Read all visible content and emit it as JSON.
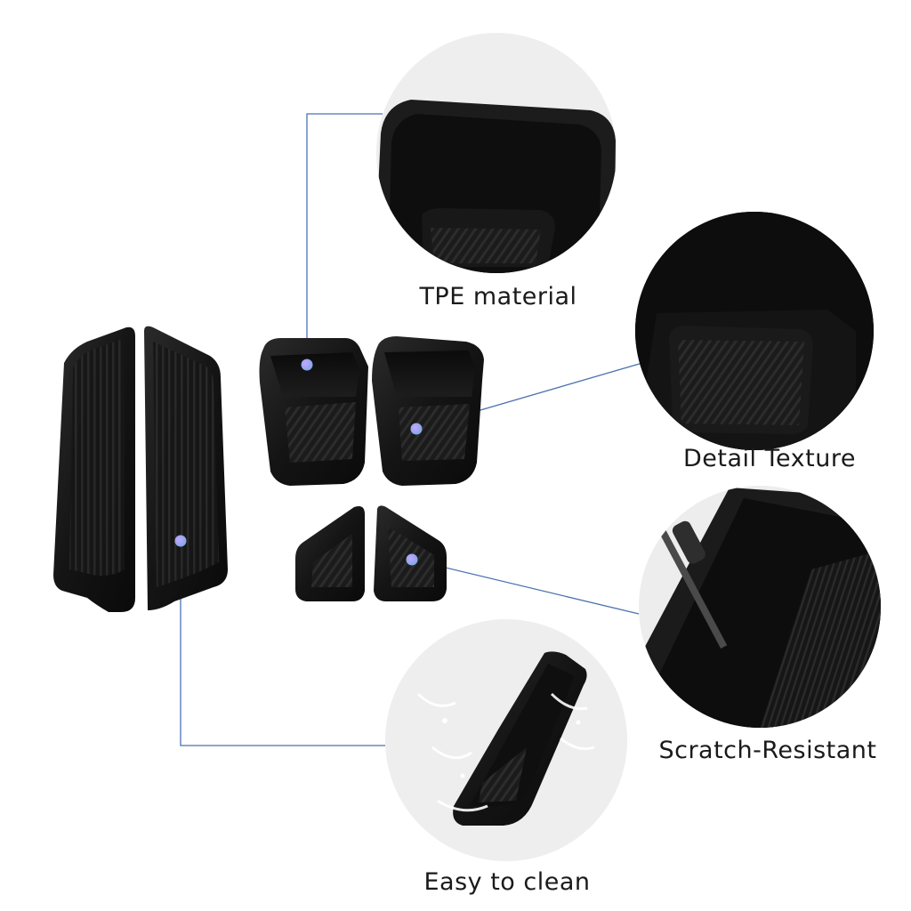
{
  "features": [
    {
      "id": "tpe",
      "label": "TPE material"
    },
    {
      "id": "texture",
      "label": "Detail Texture"
    },
    {
      "id": "scratch",
      "label": "Scratch-Resistant"
    },
    {
      "id": "clean",
      "label": "Easy to clean"
    }
  ],
  "colors": {
    "background": "#ffffff",
    "product": "#141414",
    "product_edge": "#2a2a2a",
    "connector_line": "#4a72b0",
    "marker_dot": "#b58cf0",
    "zoom_circle_bg": "#eeeeee",
    "text": "#1a1a1a"
  }
}
